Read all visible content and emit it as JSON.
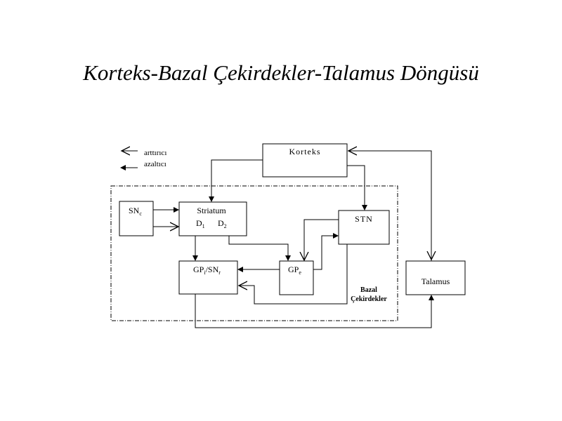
{
  "title": "Korteks-Bazal Çekirdekler-Talamus Döngüsü",
  "legend": {
    "excitatory": "arttırıcı",
    "inhibitory": "azaltıcı"
  },
  "nodes": {
    "korteks": "Korteks",
    "snc": {
      "base": "SN",
      "sub": "c"
    },
    "striatum": {
      "label": "Striatum",
      "d1_base": "D",
      "d1_sub": "1",
      "d2_base": "D",
      "d2_sub": "2"
    },
    "stn": "STN",
    "gpi_snr": {
      "base1": "GP",
      "sub1": "i",
      "mid": "/SN",
      "sub2": "r"
    },
    "gpe": {
      "base": "GP",
      "sub": "e"
    },
    "talamus": "Talamus"
  },
  "region_label": {
    "line1": "Bazal",
    "line2": "Çekirdekler"
  },
  "connections": [
    {
      "from": "Korteks",
      "to": "Striatum",
      "type": "azaltıcı"
    },
    {
      "from": "Korteks",
      "to": "STN",
      "type": "azaltıcı"
    },
    {
      "from": "SNc",
      "to": "Striatum",
      "type": "azaltıcı"
    },
    {
      "from": "SNc",
      "to": "Striatum",
      "type": "arttırıcı"
    },
    {
      "from": "Striatum",
      "to": "GPi/SNr",
      "type": "azaltıcı"
    },
    {
      "from": "Striatum",
      "to": "GPe",
      "type": "azaltıcı"
    },
    {
      "from": "GPe",
      "to": "GPi/SNr",
      "type": "azaltıcı"
    },
    {
      "from": "GPe",
      "to": "STN",
      "type": "azaltıcı"
    },
    {
      "from": "STN",
      "to": "GPe",
      "type": "arttırıcı"
    },
    {
      "from": "STN",
      "to": "GPi/SNr",
      "type": "arttırıcı"
    },
    {
      "from": "GPi/SNr",
      "to": "Talamus",
      "type": "azaltıcı"
    },
    {
      "from": "Talamus",
      "to": "Korteks",
      "type": "arttırıcı"
    },
    {
      "from": "Korteks",
      "to": "Talamus",
      "type": "arttırıcı"
    }
  ]
}
